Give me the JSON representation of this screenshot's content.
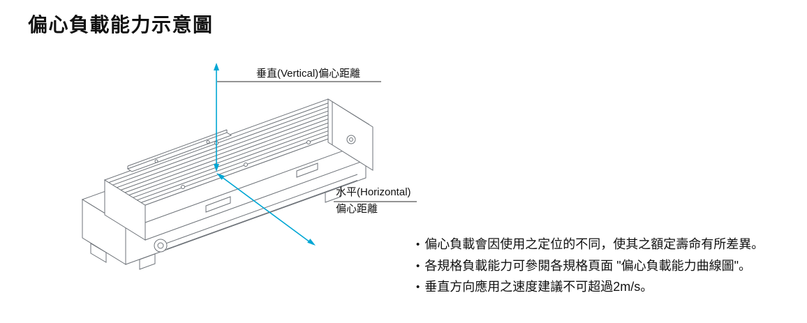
{
  "page": {
    "title": "偏心負載能力示意圖"
  },
  "colors": {
    "accent": "#00A6D4",
    "line": "#6d7278"
  },
  "diagram": {
    "vertical_label": "垂直(Vertical)偏心距離",
    "horizontal_label_line1": "水平(Horizontal)",
    "horizontal_label_line2": "偏心距離"
  },
  "notes": {
    "bullet": "•",
    "items": [
      "偏心負載會因使用之定位的不同，使其之額定壽命有所差異。",
      "各規格負載能力可參閱各規格頁面 \"偏心負載能力曲線圖\"。",
      "垂直方向應用之速度建議不可超過2m/s。"
    ]
  }
}
